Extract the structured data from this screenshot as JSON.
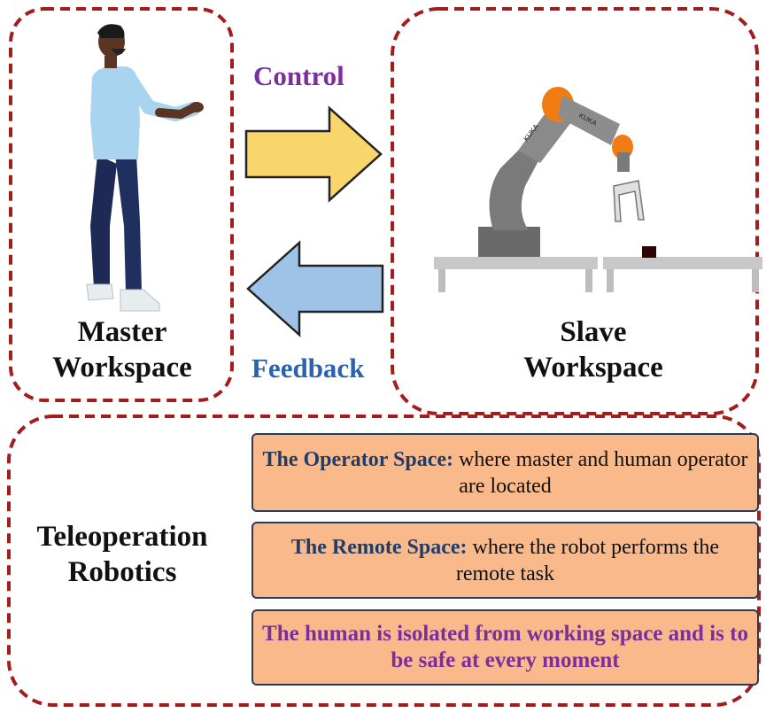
{
  "master": {
    "line1": "Master",
    "line2": "Workspace"
  },
  "slave": {
    "line1": "Slave",
    "line2": "Workspace"
  },
  "arrows": {
    "control": "Control",
    "feedback": "Feedback"
  },
  "robot": {
    "brand": "KUKA"
  },
  "teleoperation": {
    "line1": "Teleoperation",
    "line2": "Robotics"
  },
  "info": [
    {
      "keyword": "The Operator Space:",
      "text": " where master and human operator are located"
    },
    {
      "keyword": "The Remote Space:",
      "text": " where the robot performs the remote task"
    },
    {
      "text": "The human is isolated from working space and is to be safe at every moment"
    }
  ],
  "colors": {
    "dashed_border": "#a31d1d",
    "control_label": "#7a2f9a",
    "feedback_label": "#2a64b0",
    "control_arrow": "#f9d66b",
    "feedback_arrow": "#9fc2e7",
    "infobox_fill": "#f9b98a"
  }
}
